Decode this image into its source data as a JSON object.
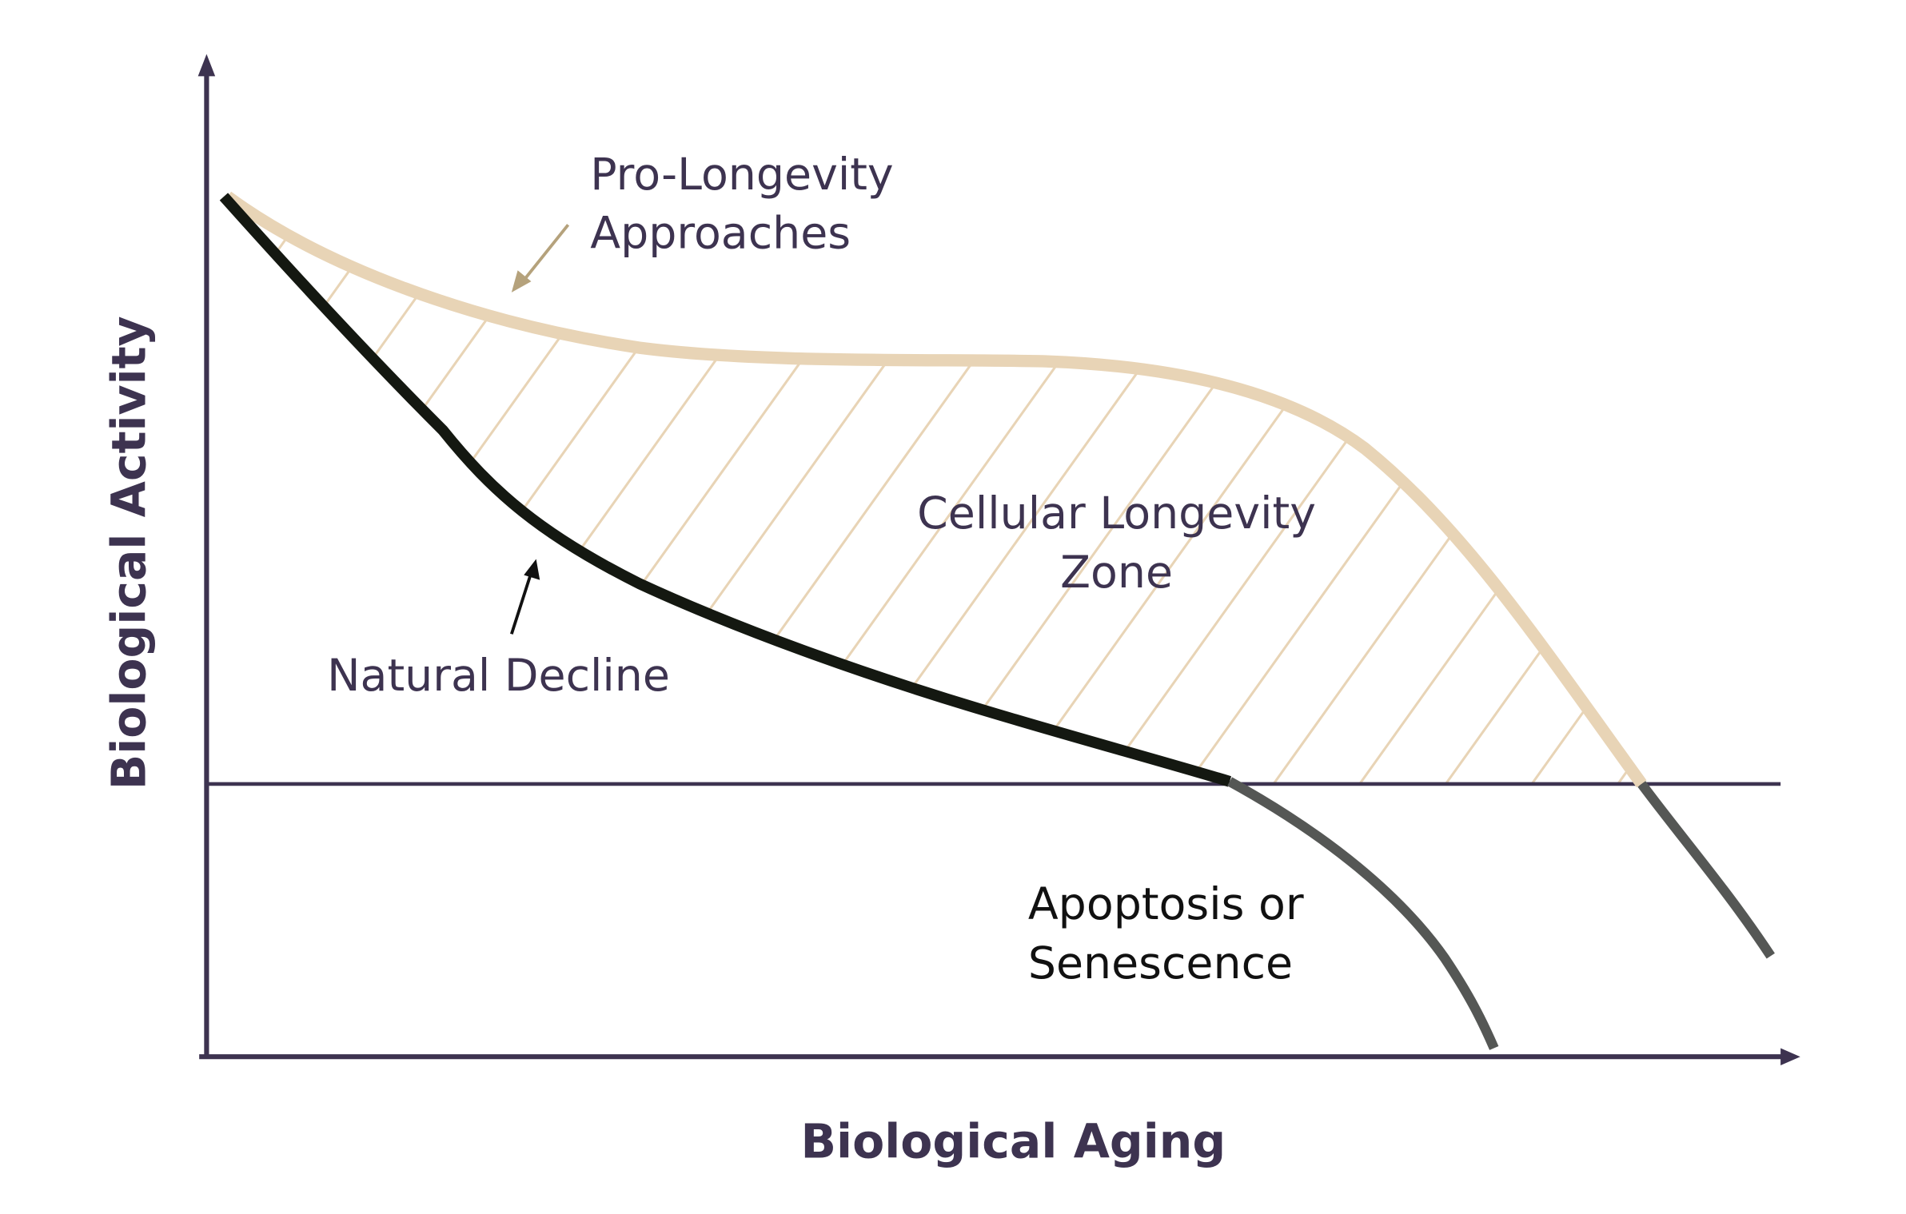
{
  "axes": {
    "x_label": "Biological Aging",
    "y_label": "Biological Activity"
  },
  "labels": {
    "pro_longevity": [
      "Pro-Longevity",
      "Approaches"
    ],
    "natural_decline": "Natural Decline",
    "zone": [
      "Cellular Longevity",
      "Zone"
    ],
    "apoptosis": [
      "Apoptosis or",
      "Senescence"
    ]
  },
  "colors": {
    "axis": "#3d3350",
    "pro_longevity_curve": "#e8d4b6",
    "natural_decline_curve": "#141811",
    "below_threshold_curve": "#555755",
    "hatch": "#e8d4b6",
    "pro_arrow": "#b5a27c"
  }
}
